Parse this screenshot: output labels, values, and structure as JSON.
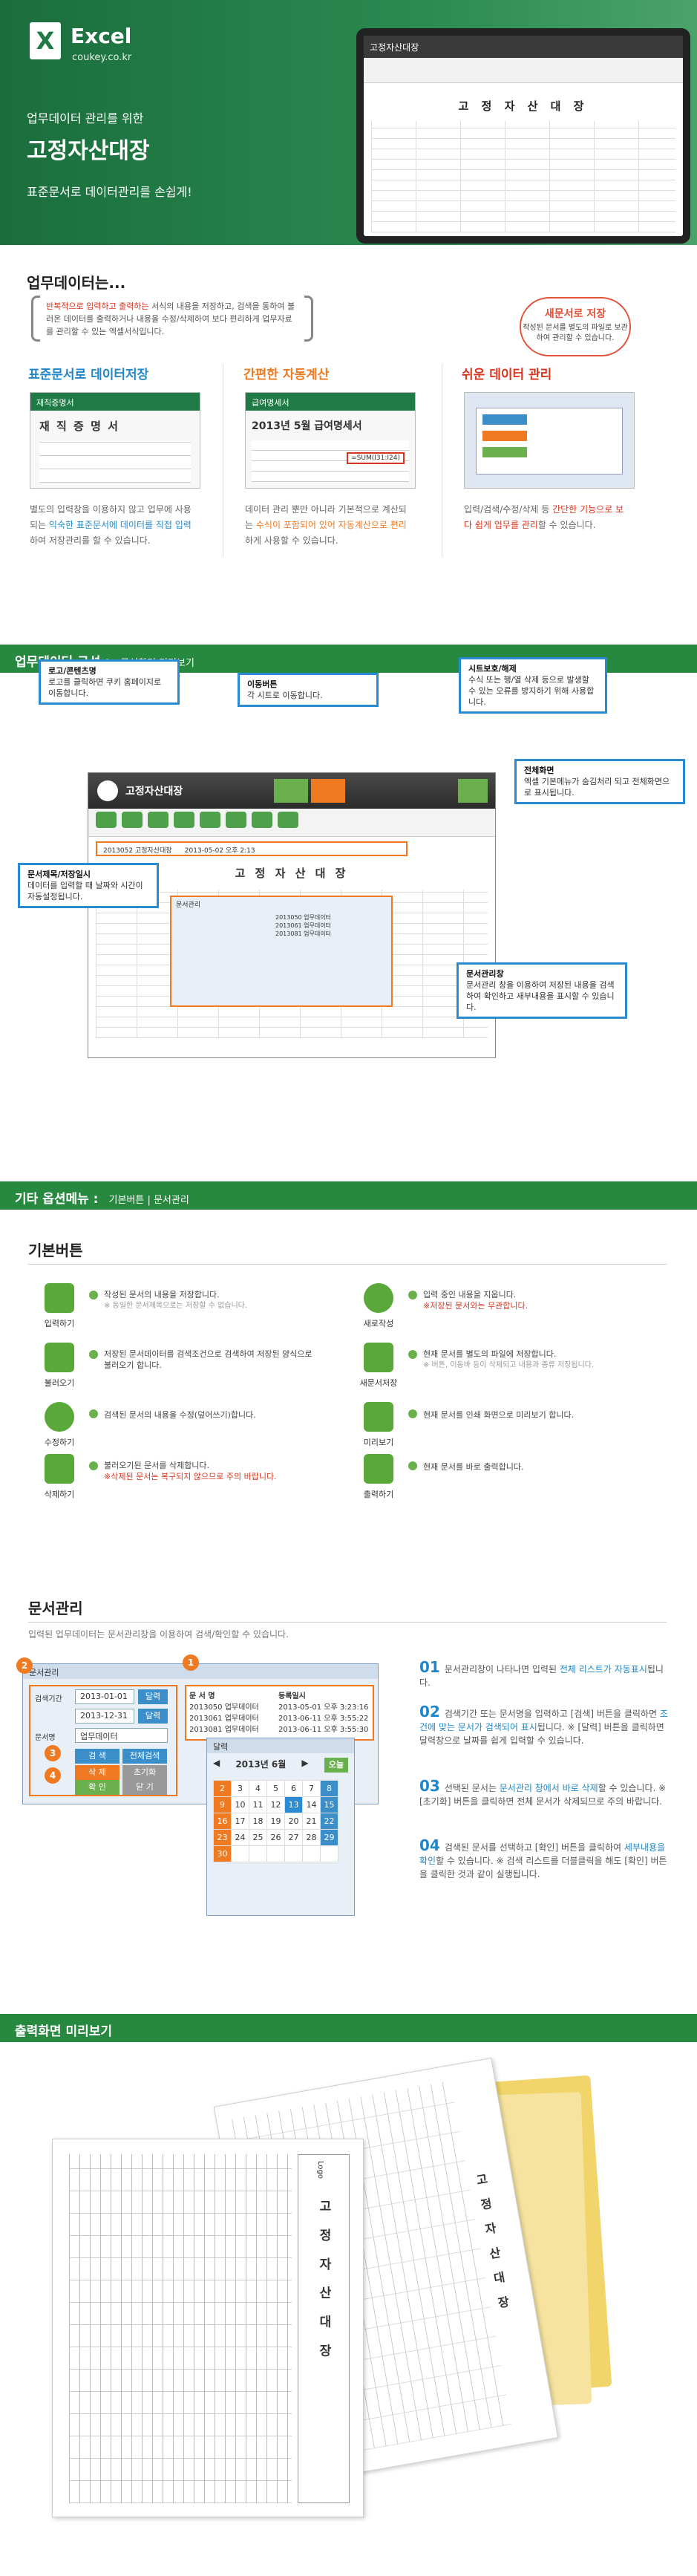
{
  "hero": {
    "logo_letter": "X",
    "brand": "Excel",
    "url": "coukey.co.kr",
    "sub": "업무데이터 관리를 위한",
    "title": "고정자산대장",
    "desc": "표준문서로 데이터관리를 손쉽게!",
    "screen_app": "고정자산대장",
    "screen_doc_title": "고 정 자 산 대 장"
  },
  "intro": {
    "title": "업무데이터는...",
    "desc_red": "반복적으로 입력하고 출력하는",
    "desc_rest": "서식의 내용을 저장하고, 검색을 통하여 불러온 데이터를 출력하거나 내용을 수정/삭제하여 보다 편리하게 업무자료를 관리할 수 있는 엑셀서식입니다.",
    "bubble_title": "새문서로 저장",
    "bubble_desc": "작성된 문서를 별도의 파일로 보관하여 관리할 수 있습니다."
  },
  "features": [
    {
      "title": "표준문서로 데이터저장",
      "card_header": "재직증명서",
      "card_title": "재 직 증 명 서",
      "desc_a": "별도의 입력창을 이용하지 않고 업무에 사용되는",
      "desc_b": "익숙한 표준문서에 데이터를 직접 입력",
      "desc_c": "하여 저장관리를 할 수 있습니다."
    },
    {
      "title": "간편한 자동계산",
      "card_header": "급여명세서",
      "card_title": "2013년 5월 급여명세서",
      "formula": "=SUM(I31:I24)",
      "desc_a": "데이터 관리 뿐만 아니라 기본적으로 계산되는",
      "desc_b": "수식이 포함되어 있어 자동계산으로 편리",
      "desc_c": "하게 사용할 수 있습니다."
    },
    {
      "title": "쉬운 데이터 관리",
      "desc_a": "입력/검색/수정/삭제 등",
      "desc_b": "간단한 기능으로 보다 쉽게 업무를 관리",
      "desc_c": "할 수 있습니다."
    }
  ],
  "section_config": {
    "title": "업무데이터 구성 :",
    "sub": "구성화면 미리보기"
  },
  "config_screen": {
    "app": "고정자산대장",
    "doc_title": "고 정 자 산 대 장",
    "doc_no": "2013052 고정자산대장",
    "date": "2013-05-02 오후 2:13",
    "search_title": "문서관리",
    "list": [
      "2013050 업무데이터",
      "2013061 업무데이터",
      "2013081 업무데이터"
    ]
  },
  "callouts": [
    {
      "title": "로고/콘텐츠명",
      "desc": "로고를 클릭하면 쿠키 홈페이지로 이동합니다."
    },
    {
      "title": "이동버튼",
      "desc": "각 시트로 이동합니다."
    },
    {
      "title": "시트보호/해제",
      "desc": "수식 또는 행/열 삭제 등으로 발생할 수 있는 오류를 방지하기 위해 사용합니다."
    },
    {
      "title": "전체화면",
      "desc": "엑셀 기본메뉴가 숨김처리 되고 전체화면으로 표시됩니다."
    },
    {
      "title": "문서제목/저장일시",
      "desc": "데이터를 입력할 때 날짜와 시간이 자동설정됩니다."
    },
    {
      "title": "문서관리창",
      "desc": "문서관리 창을 이용하여 저장된 내용을 검색하여 확인하고 새부내용을 표시할 수 있습니다."
    }
  ],
  "section_options": {
    "title": "기타 옵션메뉴 :",
    "sub": "기본버튼 | 문서관리"
  },
  "basic_buttons": {
    "title": "기본버튼",
    "items": [
      {
        "label": "입력하기",
        "icon": "pencil-icon",
        "text": "작성된 문서의 내용을 저장합니다.",
        "note": "※ 동일한 문서제목으로는 저장할 수 없습니다."
      },
      {
        "label": "새로작성",
        "icon": "refresh-icon",
        "text": "입력 중인 내용을 지웁니다.",
        "note": "※저장된 문서와는 무관합니다."
      },
      {
        "label": "불러오기",
        "icon": "download-icon",
        "text": "저장된 문서데이터를 검색조건으로 검색하여 저장된 양식으로 불러오기 합니다.",
        "note": ""
      },
      {
        "label": "새문서저장",
        "icon": "save-icon",
        "text": "현재 문서를 별도의 파일에 저장합니다.",
        "note": "※ 버튼, 이동바 등이 삭제되고 내용과 종류 저장됩니다."
      },
      {
        "label": "수정하기",
        "icon": "cycle-icon",
        "text": "검색된 문서의 내용을 수정(덮어쓰기)합니다.",
        "note": ""
      },
      {
        "label": "미리보기",
        "icon": "monitor-icon",
        "text": "현재 문서를 인쇄 화면으로 미리보기 합니다.",
        "note": ""
      },
      {
        "label": "삭제하기",
        "icon": "trash-icon",
        "text": "불러오기된 문서를 삭제합니다.",
        "note": "※삭제된 문서는 복구되지 않으므로 주의 바랍니다."
      },
      {
        "label": "출력하기",
        "icon": "printer-icon",
        "text": "현재 문서를 바로 출력합니다.",
        "note": ""
      }
    ]
  },
  "doc_mgmt": {
    "title": "문서관리",
    "desc": "입력된 업무데이터는 문서관리창을 이용하여 검색/확인할 수 있습니다.",
    "dialog_title": "문서관리",
    "date_from": "2013-01-01",
    "date_to": "2013-12-31",
    "field_label1": "검색기간",
    "field_label2": "문서명",
    "doc_name": "업무데이터",
    "btn_select": "달력",
    "btn_search": "검 색",
    "btn_all": "전체검색",
    "btn_delete": "삭 제",
    "btn_init": "초기화",
    "btn_ok": "확 인",
    "btn_close": "닫 기",
    "col1": "문 서 명",
    "col2": "등록일시",
    "rows": [
      {
        "name": "2013050 업무데이터",
        "date": "2013-05-01 오후 3:23:16"
      },
      {
        "name": "2013061 업무데이터",
        "date": "2013-06-11 오후 3:55:22"
      },
      {
        "name": "2013081 업무데이터",
        "date": "2013-06-11 오후 3:55:30"
      }
    ],
    "cal_title": "달력",
    "cal_month": "2013년 6월",
    "cal_today": "오늘",
    "steps": [
      {
        "n": "01",
        "text": "문서관리창이 나타나면 입력된",
        "hl": "전체 리스트가 자동표시",
        "tail": "됩니다."
      },
      {
        "n": "02",
        "text": "검색기간 또는 문서명을 입력하고 [검색] 버튼을 클릭하면",
        "hl": "조건에 맞는 문서가 검색되어 표시",
        "tail": "됩니다. ※ [달력] 버튼을 클릭하면 달력창으로 날짜를 쉽게 입력할 수 있습니다."
      },
      {
        "n": "03",
        "text": "선택된 문서는",
        "hl": "문서관리 창에서 바로 삭제",
        "tail": "할 수 있습니다. ※ [초기화] 버튼을 클릭하면 전체 문서가 삭제되므로 주의 바랍니다."
      },
      {
        "n": "04",
        "text": "검색된 문서를 선택하고 [확인] 버튼을 클릭하여",
        "hl": "세부내용을 확인",
        "tail": "할 수 있습니다. ※ 검색 리스트를 더블클릭을 해도 [확인] 버튼을 클릭한 것과 같이 실행됩니다."
      }
    ]
  },
  "section_print": {
    "title": "출력화면 미리보기"
  },
  "print": {
    "doc_title": "고 정 자 산 대 장",
    "logo": "Logo"
  }
}
